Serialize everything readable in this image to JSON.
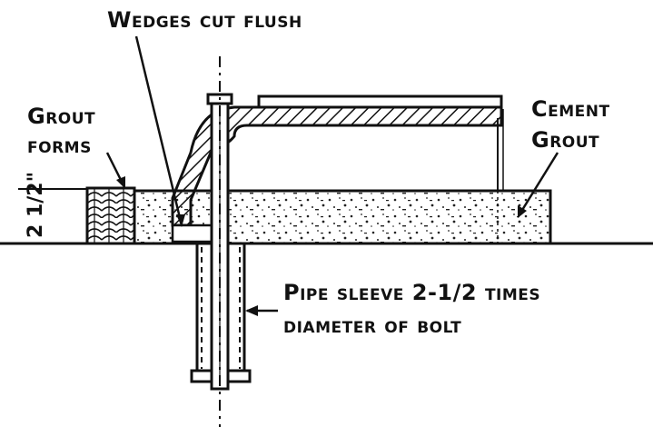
{
  "labels": {
    "wedges": "Wedges cut flush",
    "grout_forms_1": "Grout",
    "grout_forms_2": "forms",
    "cement_grout_1": "Cement",
    "cement_grout_2": "Grout",
    "pipe_sleeve_1": "Pipe sleeve 2-1/2 times",
    "pipe_sleeve_2": "diameter of bolt",
    "dimension": "2 1/2\""
  },
  "colors": {
    "ink": "#111111",
    "paper": "#ffffff"
  }
}
